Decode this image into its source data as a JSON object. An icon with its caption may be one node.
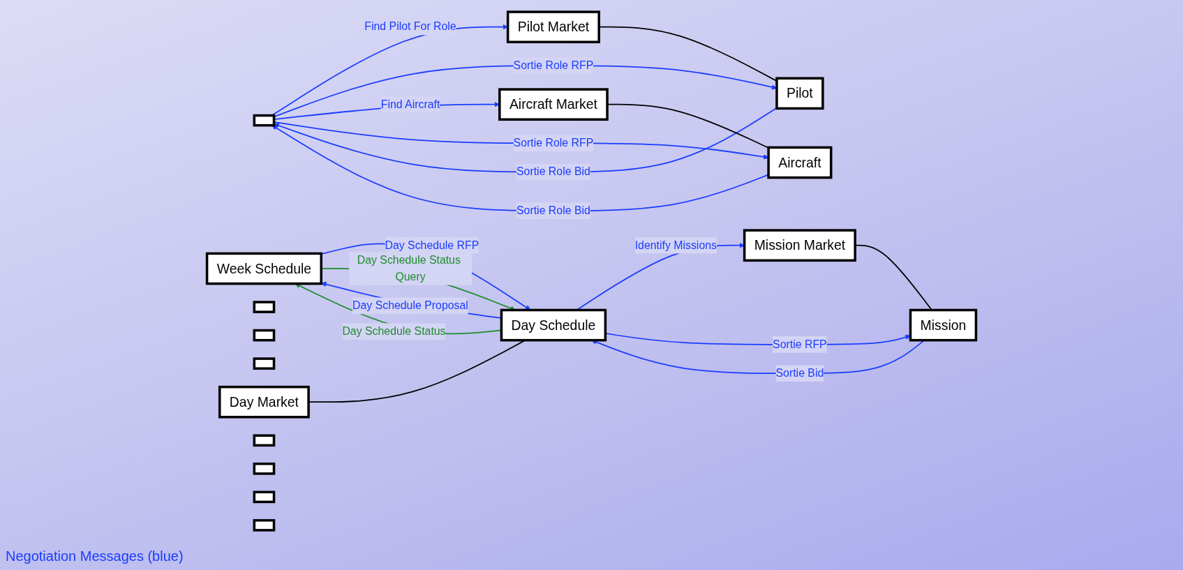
{
  "diagram": {
    "nodes": [
      {
        "text": [
          "Week Schedule"
        ]
      },
      {
        "text": [
          "Day Market"
        ]
      },
      {
        "text": [
          "Day Schedule"
        ]
      },
      {
        "text": [],
        "shape": "box"
      },
      {
        "text": [],
        "shape": "box"
      },
      {
        "text": [
          "Mission Market"
        ]
      },
      {
        "text": [
          "Mission"
        ]
      },
      {
        "text": [],
        "shape": "box"
      },
      {
        "text": [],
        "shape": "box"
      },
      {
        "text": [
          "Pilot Market"
        ]
      },
      {
        "text": [
          "Pilot"
        ]
      },
      {
        "text": [],
        "shape": "box"
      },
      {
        "text": [],
        "shape": "box"
      },
      {
        "text": [
          "Aircraft Market"
        ]
      },
      {
        "text": [
          "Aircraft"
        ]
      },
      {
        "text": [],
        "shape": "box"
      },
      {
        "text": [],
        "shape": "box"
      }
    ],
    "edges": [
      {
        "from": 0,
        "to": 2,
        "arrow": "to",
        "label": "Day Schedule RFP"
      },
      {
        "from": 2,
        "to": 0,
        "arrow": "to",
        "label": "Day Schedule Proposal"
      },
      {
        "from": 0,
        "to": 2,
        "arrow": "to",
        "label": "Day Schedule Status Query",
        "color": "#1e8c2e"
      },
      {
        "from": 2,
        "to": 0,
        "arrow": "to",
        "label": "Day Schedule Status",
        "color": "#1e8c2e"
      },
      {
        "from": 1,
        "to": 2,
        "arrow": "none",
        "color": "#000000"
      },
      {
        "from": 2,
        "to": 5,
        "arrow": "to",
        "label": "Identify Missions"
      },
      {
        "from": 2,
        "to": 6,
        "arrow": "to",
        "label": "Sortie RFP"
      },
      {
        "from": 6,
        "to": 2,
        "arrow": "to",
        "label": "Sortie Bid"
      },
      {
        "from": 5,
        "to": 6,
        "arrow": "none",
        "color": "#000000"
      },
      {
        "from": 8,
        "to": 9,
        "arrow": "to",
        "label": "Find Pilot For Role"
      },
      {
        "from": 9,
        "to": 10,
        "arrow": "none",
        "color": "#000000"
      },
      {
        "from": 8,
        "to": 10,
        "arrow": "to",
        "label": "Sortie Role RFP"
      },
      {
        "from": 10,
        "to": 8,
        "arrow": "to",
        "label": "Sortie Role Bid"
      },
      {
        "from": 8,
        "to": 13,
        "arrow": "to",
        "label": "Find Aircraft"
      },
      {
        "from": 13,
        "to": 14,
        "arrow": "none",
        "color": "#000000"
      },
      {
        "from": 8,
        "to": 14,
        "arrow": "to",
        "label": "Sortie Role RFP"
      },
      {
        "from": 14,
        "to": 8,
        "arrow": "to",
        "label": "Sortie Role Bid"
      }
    ],
    "labels": [
      "Negotiation Messages (blue)"
    ]
  }
}
